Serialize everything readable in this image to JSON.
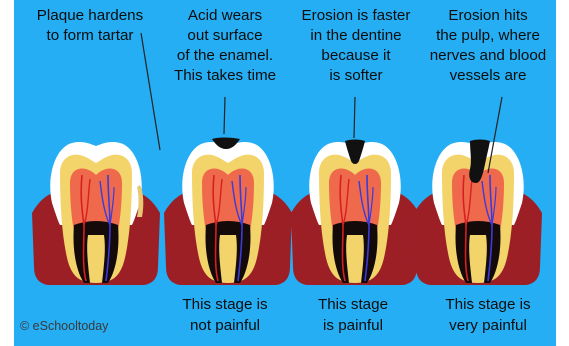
{
  "stages": [
    {
      "caption": "Plaque hardens\nto form tartar",
      "pain": ""
    },
    {
      "caption": "Acid wears\nout surface\nof the enamel.\nThis takes time",
      "pain": "This stage is\nnot painful"
    },
    {
      "caption": "Erosion is faster\nin the dentine\nbecause it\nis softer",
      "pain": "This stage\nis painful"
    },
    {
      "caption": "Erosion hits\nthe pulp, where\nnerves and blood\nvessels are",
      "pain": "This stage is\nvery painful"
    }
  ],
  "credit": "© eSchooltoday",
  "colors": {
    "background": "#25aef4",
    "gum": "#9c1f26",
    "enamel": "#ffffff",
    "dentine": "#f3d46a",
    "pulp": "#ef6a4d",
    "root_canal": "#150a0a",
    "nerve": "#d62020",
    "vessel": "#3b3bd9",
    "decay": "#111111"
  }
}
